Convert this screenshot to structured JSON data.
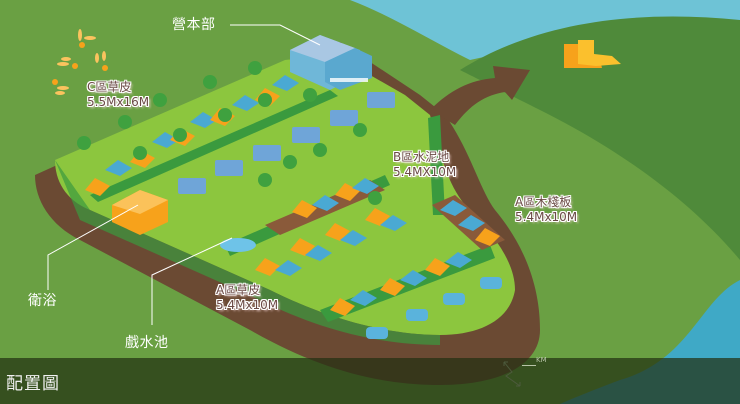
{
  "map": {
    "title": "配置圖",
    "colors": {
      "background_green": "#6aa043",
      "hill_dark_green": "#4f8a3a",
      "water_blue": "#4bb3c9",
      "path_brown": "#6b4a33",
      "site_grass": "#8cc63e",
      "hedge_green": "#3a9a3e",
      "tent_orange": "#f7a21b",
      "canopy_blue": "#4aa9d3",
      "footer_overlay": "#2b3a18"
    },
    "facilities": [
      {
        "id": "headquarters",
        "label": "營本部"
      },
      {
        "id": "restroom",
        "label": "衛浴"
      },
      {
        "id": "splash-pool",
        "label": "戲水池"
      }
    ],
    "zones": [
      {
        "id": "zone-c-grass",
        "name": "C區草皮",
        "size": "5.5Mx16M"
      },
      {
        "id": "zone-b-concrete",
        "name": "B區水泥地",
        "size": "5.4MX10M"
      },
      {
        "id": "zone-a-wood",
        "name": "A區木棧板",
        "size": "5.4Mx10M"
      },
      {
        "id": "zone-a-grass",
        "name": "A區草皮",
        "size": "5.4Mx10M"
      }
    ],
    "scale": {
      "unit": "KM"
    },
    "icons": {
      "compass": "compass-icon",
      "boots": "boots-icon",
      "flowers": "flower-icon",
      "exit_arrow": "exit-arrow-icon"
    }
  }
}
